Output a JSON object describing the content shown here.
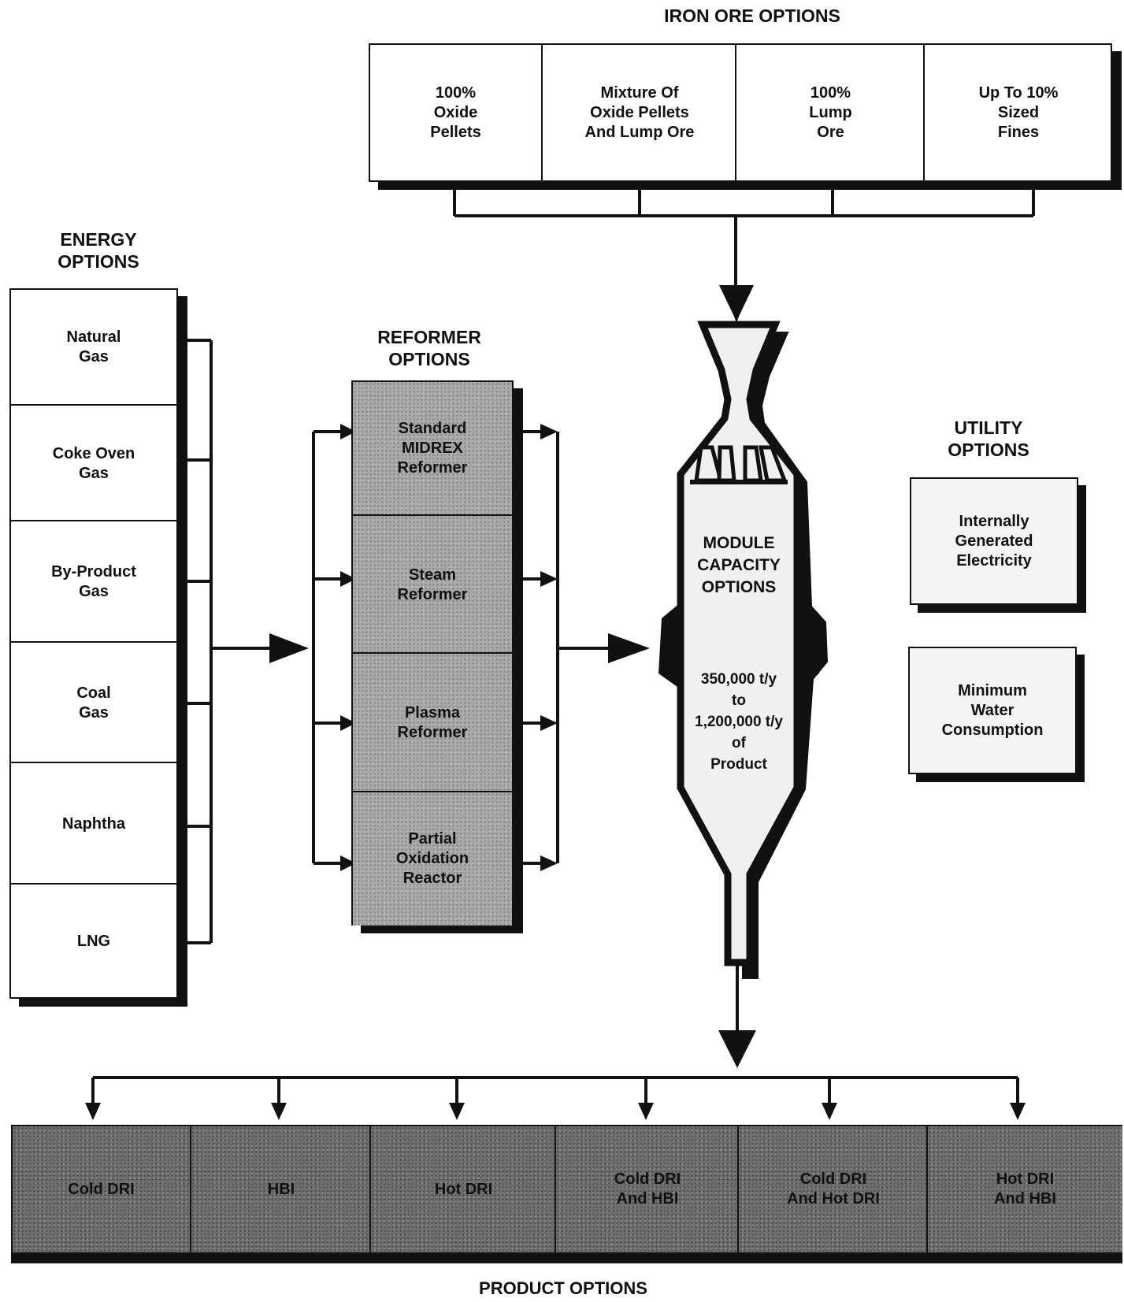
{
  "iron_ore": {
    "title": "IRON ORE OPTIONS",
    "items": [
      "100%\nOxide\nPellets",
      "Mixture Of\nOxide Pellets\nAnd Lump Ore",
      "100%\nLump\nOre",
      "Up To 10%\nSized\nFines"
    ]
  },
  "energy": {
    "title": "ENERGY\nOPTIONS",
    "items": [
      "Natural\nGas",
      "Coke Oven\nGas",
      "By-Product\nGas",
      "Coal\nGas",
      "Naphtha",
      "LNG"
    ]
  },
  "reformer": {
    "title": "REFORMER\nOPTIONS",
    "items": [
      "Standard\nMIDREX\nReformer",
      "Steam\nReformer",
      "Plasma\nReformer",
      "Partial\nOxidation\nReactor"
    ]
  },
  "module": {
    "title": "MODULE\nCAPACITY\nOPTIONS",
    "capacity": "350,000 t/y\nto\n1,200,000 t/y\nof\nProduct"
  },
  "utility": {
    "title": "UTILITY\nOPTIONS",
    "items": [
      "Internally\nGenerated\nElectricity",
      "Minimum\nWater\nConsumption"
    ]
  },
  "product": {
    "title": "PRODUCT OPTIONS",
    "items": [
      "Cold DRI",
      "HBI",
      "Hot DRI",
      "Cold DRI\nAnd HBI",
      "Cold DRI\nAnd Hot DRI",
      "Hot DRI\nAnd HBI"
    ]
  },
  "colors": {
    "ink": "#111111",
    "reformer_fill": "#a9a9a9",
    "product_fill": "#6e6e6e",
    "shaft_fill": "#f0f0f0"
  }
}
